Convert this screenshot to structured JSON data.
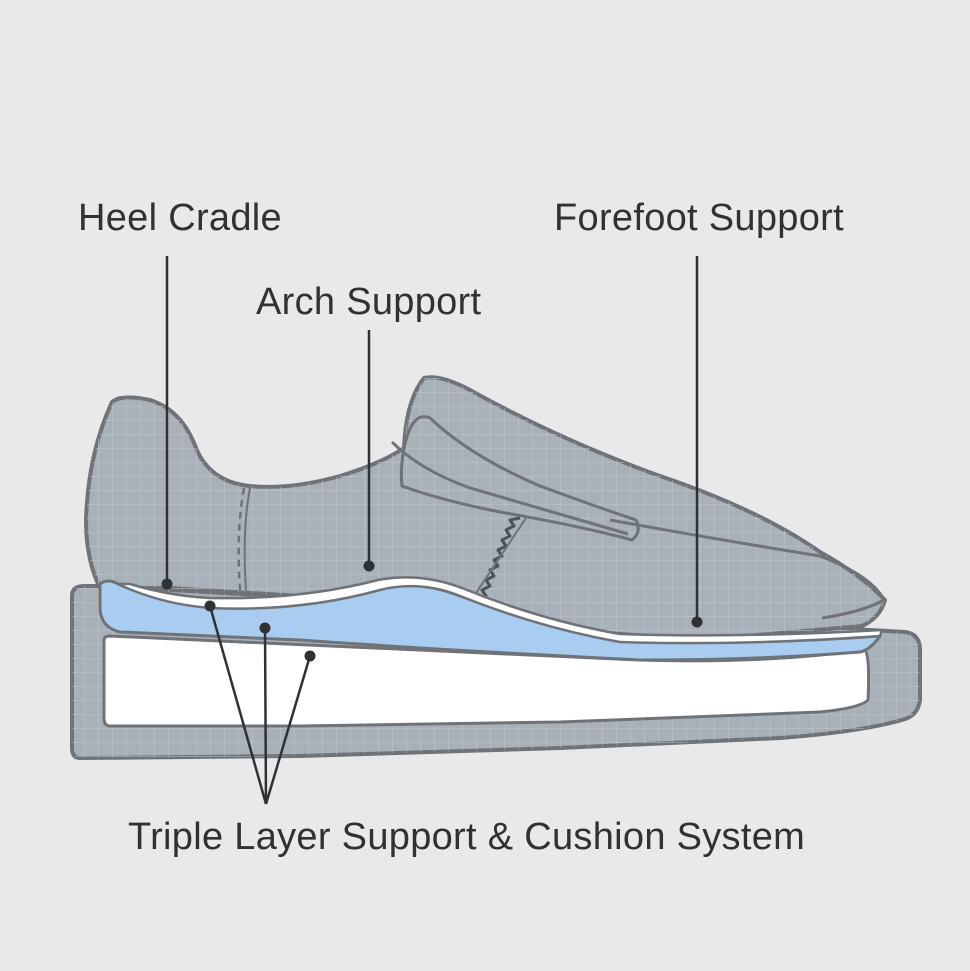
{
  "labels": {
    "heel_cradle": "Heel Cradle",
    "arch_support": "Arch Support",
    "forefoot_support": "Forefoot Support",
    "triple_layer": "Triple Layer Support & Cushion System"
  },
  "colors": {
    "background": "#e9e9e9",
    "shoe_fill": "#a8b0b8",
    "outline": "#6f7377",
    "grid": "#c3c9cf",
    "insole_blue": "#a9cdf0",
    "cushion_white": "#ffffff",
    "leader": "#2f3135"
  },
  "icons": {
    "callout_marker": "dot-icon",
    "stitching": "zigzag-stitch-icon"
  }
}
